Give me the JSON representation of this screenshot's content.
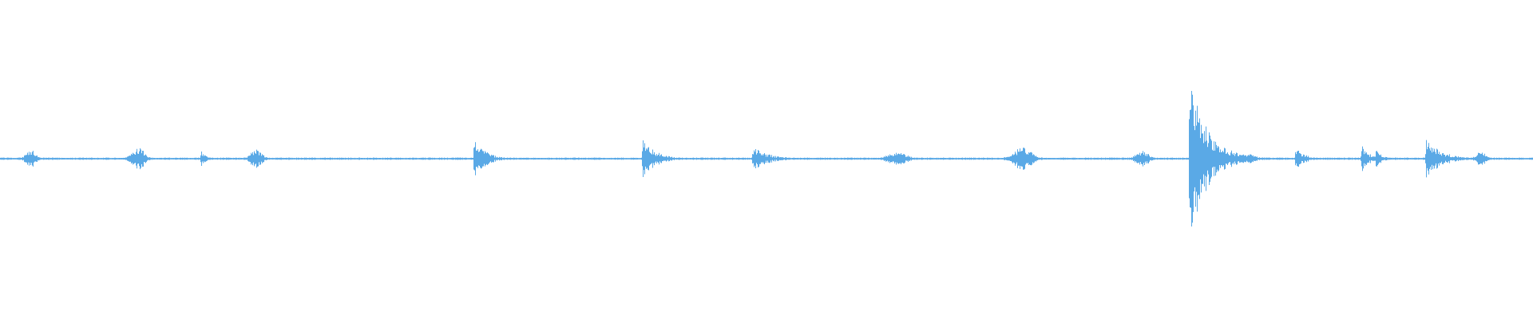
{
  "waveform": {
    "color": "#5aa9e6",
    "background": "#ffffff",
    "peaks": [
      {
        "pos": 0.02,
        "amp": 0.06,
        "decay": 0.006,
        "kind": "burst"
      },
      {
        "pos": 0.09,
        "amp": 0.07,
        "decay": 0.008,
        "kind": "burst"
      },
      {
        "pos": 0.131,
        "amp": 0.05,
        "decay": 0.003,
        "kind": "spike"
      },
      {
        "pos": 0.167,
        "amp": 0.06,
        "decay": 0.007,
        "kind": "burst"
      },
      {
        "pos": 0.309,
        "amp": 0.14,
        "decay": 0.007,
        "kind": "spike"
      },
      {
        "pos": 0.419,
        "amp": 0.12,
        "decay": 0.009,
        "kind": "spike"
      },
      {
        "pos": 0.491,
        "amp": 0.08,
        "decay": 0.01,
        "kind": "spike"
      },
      {
        "pos": 0.585,
        "amp": 0.04,
        "decay": 0.012,
        "kind": "burst"
      },
      {
        "pos": 0.667,
        "amp": 0.07,
        "decay": 0.012,
        "kind": "burst"
      },
      {
        "pos": 0.745,
        "amp": 0.05,
        "decay": 0.008,
        "kind": "burst"
      },
      {
        "pos": 0.776,
        "amp": 0.5,
        "decay": 0.012,
        "kind": "spike"
      },
      {
        "pos": 0.815,
        "amp": 0.04,
        "decay": 0.006,
        "kind": "burst"
      },
      {
        "pos": 0.845,
        "amp": 0.07,
        "decay": 0.006,
        "kind": "spike"
      },
      {
        "pos": 0.888,
        "amp": 0.12,
        "decay": 0.004,
        "kind": "spike"
      },
      {
        "pos": 0.897,
        "amp": 0.07,
        "decay": 0.004,
        "kind": "spike"
      },
      {
        "pos": 0.93,
        "amp": 0.13,
        "decay": 0.01,
        "kind": "spike"
      },
      {
        "pos": 0.966,
        "amp": 0.05,
        "decay": 0.006,
        "kind": "burst"
      }
    ]
  }
}
